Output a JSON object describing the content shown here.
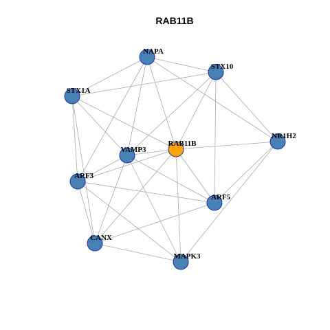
{
  "title": "RAB11B",
  "colors": {
    "node_default": "#4682b4",
    "node_focus": "#ffa500",
    "node_border": "#1f2fb5",
    "edge": "#a8a8a8"
  },
  "nodes": [
    {
      "id": "NAPA",
      "label": "NAPA",
      "focus": false
    },
    {
      "id": "STX10",
      "label": "STX10",
      "focus": false
    },
    {
      "id": "STX1A",
      "label": "STX1A",
      "focus": false
    },
    {
      "id": "NR1H2",
      "label": "NR1H2",
      "focus": false
    },
    {
      "id": "RAB11B",
      "label": "RAB11B",
      "focus": true
    },
    {
      "id": "VAMP3",
      "label": "VAMP3",
      "focus": false
    },
    {
      "id": "ARF3",
      "label": "ARF3",
      "focus": false
    },
    {
      "id": "ARF5",
      "label": "ARF5",
      "focus": false
    },
    {
      "id": "CANX",
      "label": "CANX",
      "focus": false
    },
    {
      "id": "MAPK3",
      "label": "MAPK3",
      "focus": false
    }
  ],
  "edges": [
    [
      "NAPA",
      "STX10"
    ],
    [
      "NAPA",
      "STX1A"
    ],
    [
      "NAPA",
      "NR1H2"
    ],
    [
      "NAPA",
      "RAB11B"
    ],
    [
      "NAPA",
      "VAMP3"
    ],
    [
      "NAPA",
      "ARF3"
    ],
    [
      "STX10",
      "STX1A"
    ],
    [
      "STX10",
      "NR1H2"
    ],
    [
      "STX10",
      "RAB11B"
    ],
    [
      "STX10",
      "VAMP3"
    ],
    [
      "STX10",
      "ARF5"
    ],
    [
      "STX1A",
      "RAB11B"
    ],
    [
      "STX1A",
      "VAMP3"
    ],
    [
      "STX1A",
      "ARF3"
    ],
    [
      "STX1A",
      "CANX"
    ],
    [
      "NR1H2",
      "RAB11B"
    ],
    [
      "NR1H2",
      "ARF5"
    ],
    [
      "NR1H2",
      "MAPK3"
    ],
    [
      "RAB11B",
      "VAMP3"
    ],
    [
      "RAB11B",
      "ARF3"
    ],
    [
      "RAB11B",
      "ARF5"
    ],
    [
      "RAB11B",
      "CANX"
    ],
    [
      "RAB11B",
      "MAPK3"
    ],
    [
      "VAMP3",
      "ARF3"
    ],
    [
      "VAMP3",
      "CANX"
    ],
    [
      "VAMP3",
      "ARF5"
    ],
    [
      "VAMP3",
      "MAPK3"
    ],
    [
      "ARF3",
      "ARF5"
    ],
    [
      "ARF3",
      "CANX"
    ],
    [
      "ARF3",
      "MAPK3"
    ],
    [
      "ARF5",
      "CANX"
    ],
    [
      "CANX",
      "MAPK3"
    ]
  ]
}
